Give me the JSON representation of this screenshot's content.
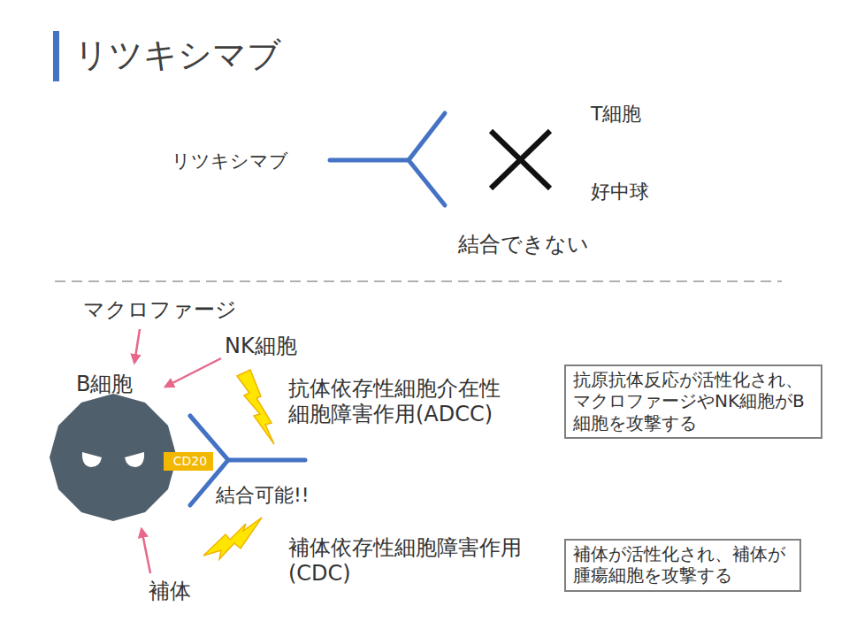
{
  "diagram": {
    "title": "リツキシマブ",
    "nodes": [
      {
        "text": [
          "抗原抗体反応が活性化され、マクロファージやNK細胞がB細胞を攻撃する"
        ]
      },
      {
        "text": [
          "CD20"
        ]
      },
      {
        "text": [
          "補体が活性化され、補体が腫瘍細胞を攻撃する"
        ]
      }
    ],
    "labels": [
      "リツキシマブ",
      "T細胞",
      "好中球",
      "結合できない",
      "マクロファージ",
      "NK細胞",
      "B細胞",
      "抗体依存性細胞介在性 細胞障害作用(ADCC)",
      "結合可能!!",
      "補体依存性細胞障害作用 (CDC)",
      "補体"
    ]
  }
}
